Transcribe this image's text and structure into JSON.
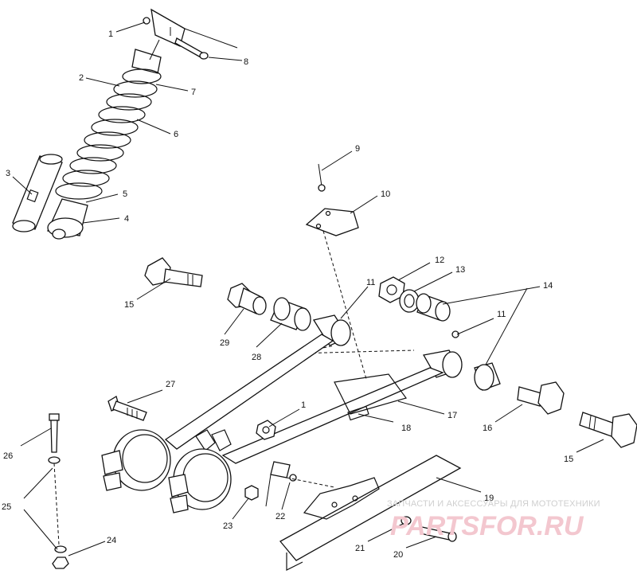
{
  "callouts": [
    {
      "id": "c1a",
      "text": "1"
    },
    {
      "id": "c2",
      "text": "2"
    },
    {
      "id": "c3",
      "text": "3"
    },
    {
      "id": "c4",
      "text": "4"
    },
    {
      "id": "c5",
      "text": "5"
    },
    {
      "id": "c6",
      "text": "6"
    },
    {
      "id": "c7",
      "text": "7"
    },
    {
      "id": "c8",
      "text": "8"
    },
    {
      "id": "c9",
      "text": "9"
    },
    {
      "id": "c10",
      "text": "10"
    },
    {
      "id": "c11a",
      "text": "11"
    },
    {
      "id": "c11b",
      "text": "11"
    },
    {
      "id": "c12",
      "text": "12"
    },
    {
      "id": "c13",
      "text": "13"
    },
    {
      "id": "c14",
      "text": "14"
    },
    {
      "id": "c15a",
      "text": "15"
    },
    {
      "id": "c15b",
      "text": "15"
    },
    {
      "id": "c16",
      "text": "16"
    },
    {
      "id": "c17",
      "text": "17"
    },
    {
      "id": "c18",
      "text": "18"
    },
    {
      "id": "c19",
      "text": "19"
    },
    {
      "id": "c20",
      "text": "20"
    },
    {
      "id": "c21",
      "text": "21"
    },
    {
      "id": "c22",
      "text": "22"
    },
    {
      "id": "c23",
      "text": "23"
    },
    {
      "id": "c24",
      "text": "24"
    },
    {
      "id": "c25",
      "text": "25"
    },
    {
      "id": "c26",
      "text": "26"
    },
    {
      "id": "c27",
      "text": "27"
    },
    {
      "id": "c28",
      "text": "28"
    },
    {
      "id": "c29",
      "text": "29"
    },
    {
      "id": "c1b",
      "text": "1"
    }
  ],
  "watermark": {
    "tagline": "ЗАПЧАСТИ И АКСЕССУАРЫ ДЛЯ МОТОТЕХНИКИ",
    "logo": "PARTSFOR.RU"
  }
}
